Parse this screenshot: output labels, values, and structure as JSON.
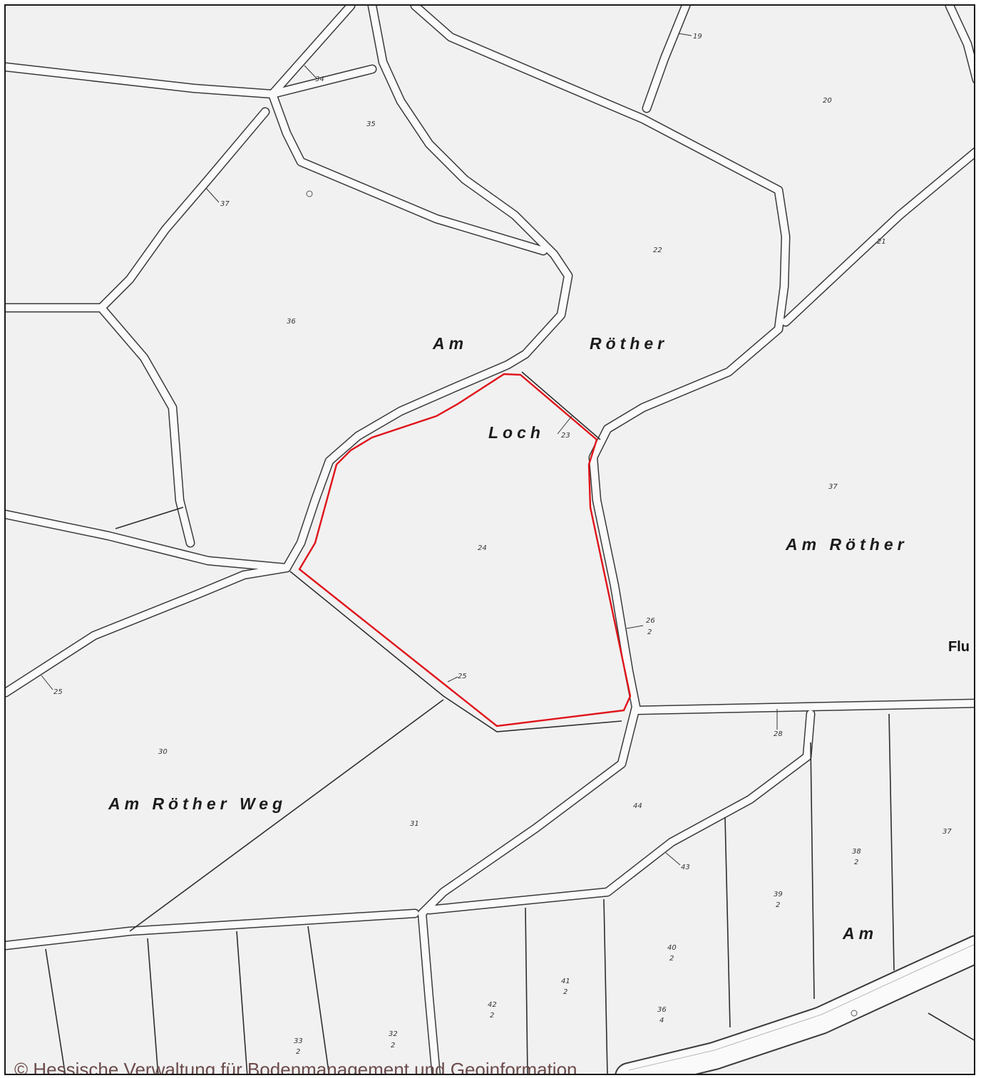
{
  "map": {
    "field_names": {
      "am_top": "Am",
      "roether_top": "Röther",
      "loch": "Loch",
      "am_roether_right": "Am Röther",
      "am_roether_weg": "Am Röther Weg",
      "am_bottom_right": "Am",
      "flu_cut": "Flu"
    },
    "parcels": {
      "p19": "19",
      "p20": "20",
      "p21_right": "21",
      "p22": "22",
      "p23": "23",
      "p24": "24",
      "p25_road": "25",
      "p25_left": "25",
      "p26_frac": "26",
      "p26_frac_den": "2",
      "p28": "28",
      "p30": "30",
      "p31": "31",
      "p32": "32",
      "p32_den": "2",
      "p33": "33",
      "p33_den": "2",
      "p34": "34",
      "p35": "35",
      "p36": "36",
      "p36_4": "36",
      "p36_4_den": "4",
      "p37_left": "37",
      "p37_right": "37",
      "p37_far": "37",
      "p38": "38",
      "p38_den": "2",
      "p39": "39",
      "p39_den": "2",
      "p40": "40",
      "p40_den": "2",
      "p41": "41",
      "p41_den": "2",
      "p42": "42",
      "p42_den": "2",
      "p43": "43",
      "p44": "44"
    },
    "highlight_color": "#e0131a",
    "copyright": "© Hessische Verwaltung für Bodenmanagement und Geoinformation"
  }
}
